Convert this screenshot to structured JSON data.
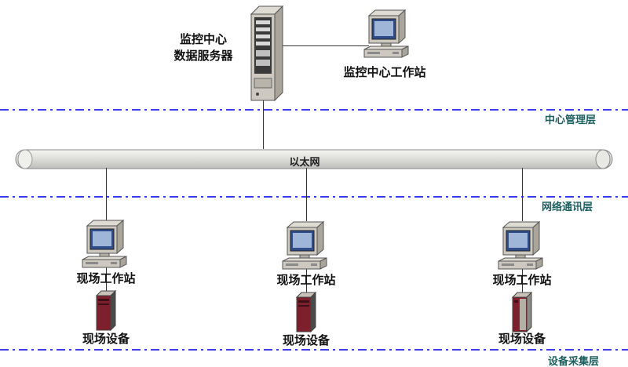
{
  "nodes": {
    "data_server": {
      "label_line1": "监控中心",
      "label_line2": "数据服务器"
    },
    "center_workstation": {
      "label": "监控中心工作站"
    },
    "ethernet_bus": {
      "label": "以太网"
    },
    "field_columns": [
      {
        "workstation_label": "现场工作站",
        "device_label": "现场设备"
      },
      {
        "workstation_label": "现场工作站",
        "device_label": "现场设备"
      },
      {
        "workstation_label": "现场工作站",
        "device_label": "现场设备"
      }
    ]
  },
  "layers": [
    {
      "label": "中心管理层"
    },
    {
      "label": "网络通讯层"
    },
    {
      "label": "设备采集层"
    }
  ],
  "colors": {
    "layer_line": "#3c3cf0",
    "layer_label_text": "#1c5f5f",
    "node_label_text": "#111111",
    "connector_line": "#333333",
    "bus_fill": "#dcdcd8",
    "device_front": "#7d1f2d",
    "screen_fill": "#9fb6d9",
    "background": "#ffffff"
  }
}
